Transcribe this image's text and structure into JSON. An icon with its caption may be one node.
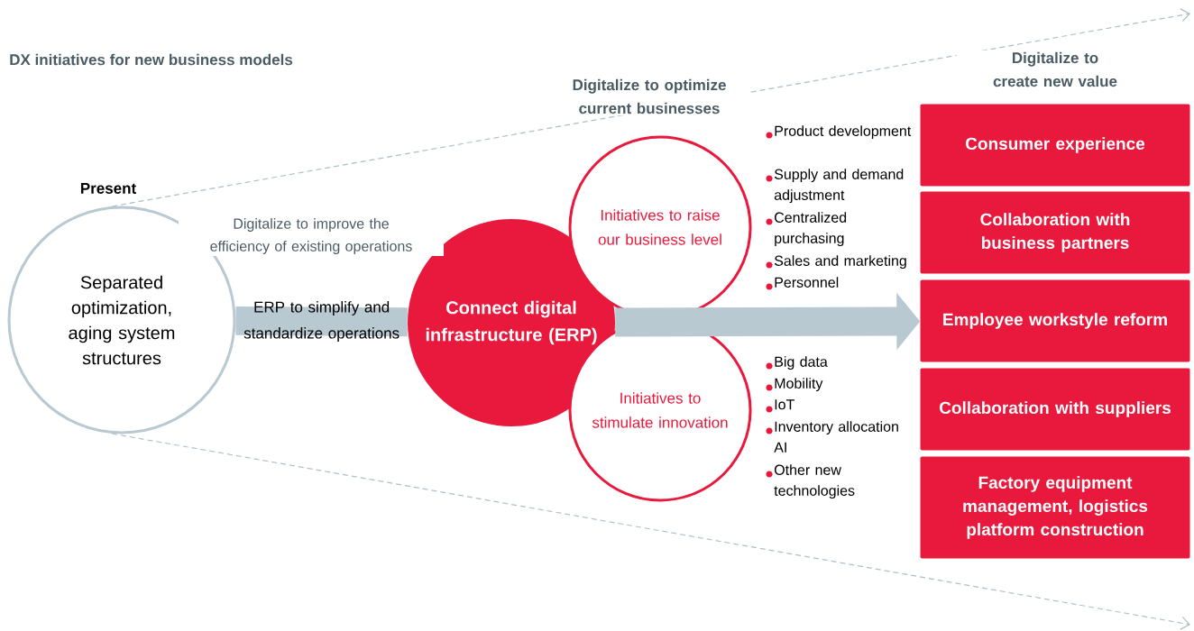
{
  "diagram": {
    "title": "DX initiatives for new business models",
    "nodes": [
      {
        "text": [
          "Separated optimization, aging system structures"
        ],
        "beside": [
          "Present"
        ]
      },
      {
        "text": [
          "Connect digital infrastructure (ERP)"
        ]
      },
      {
        "text": [
          "Initiatives to raise our business level"
        ]
      },
      {
        "text": [
          "Initiatives to stimulate innovation"
        ]
      },
      {
        "text": [
          "Consumer experience"
        ]
      },
      {
        "text": [
          "Collaboration with business partners"
        ]
      },
      {
        "text": [
          "Employee workstyle reform"
        ]
      },
      {
        "text": [
          "Collaboration with suppliers"
        ]
      },
      {
        "text": [
          "Factory equipment management, logistics platform construction"
        ]
      }
    ],
    "edges": [
      {
        "from": 0,
        "to": 1,
        "arrow": "none",
        "style": "thick",
        "label": "ERP to simplify and standardize operations"
      },
      {
        "from": 1,
        "to": 6,
        "arrow": "to",
        "style": "thick"
      },
      {
        "from": 0,
        "to": null,
        "arrow": "to",
        "style": "dashed"
      },
      {
        "from": 0,
        "to": null,
        "arrow": "to",
        "style": "dashed"
      }
    ],
    "labels": [
      "Digitalize to create new value",
      "Digitalize to optimize current businesses",
      "Digitalize to improve the efficiency of existing operations",
      "Product development",
      "Supply and demand adjustment",
      "Centralized purchasing",
      "Sales and marketing",
      "Personnel",
      "Big data",
      "Mobility",
      "IoT",
      "Inventory allocation AI",
      "Other new technologies"
    ]
  }
}
